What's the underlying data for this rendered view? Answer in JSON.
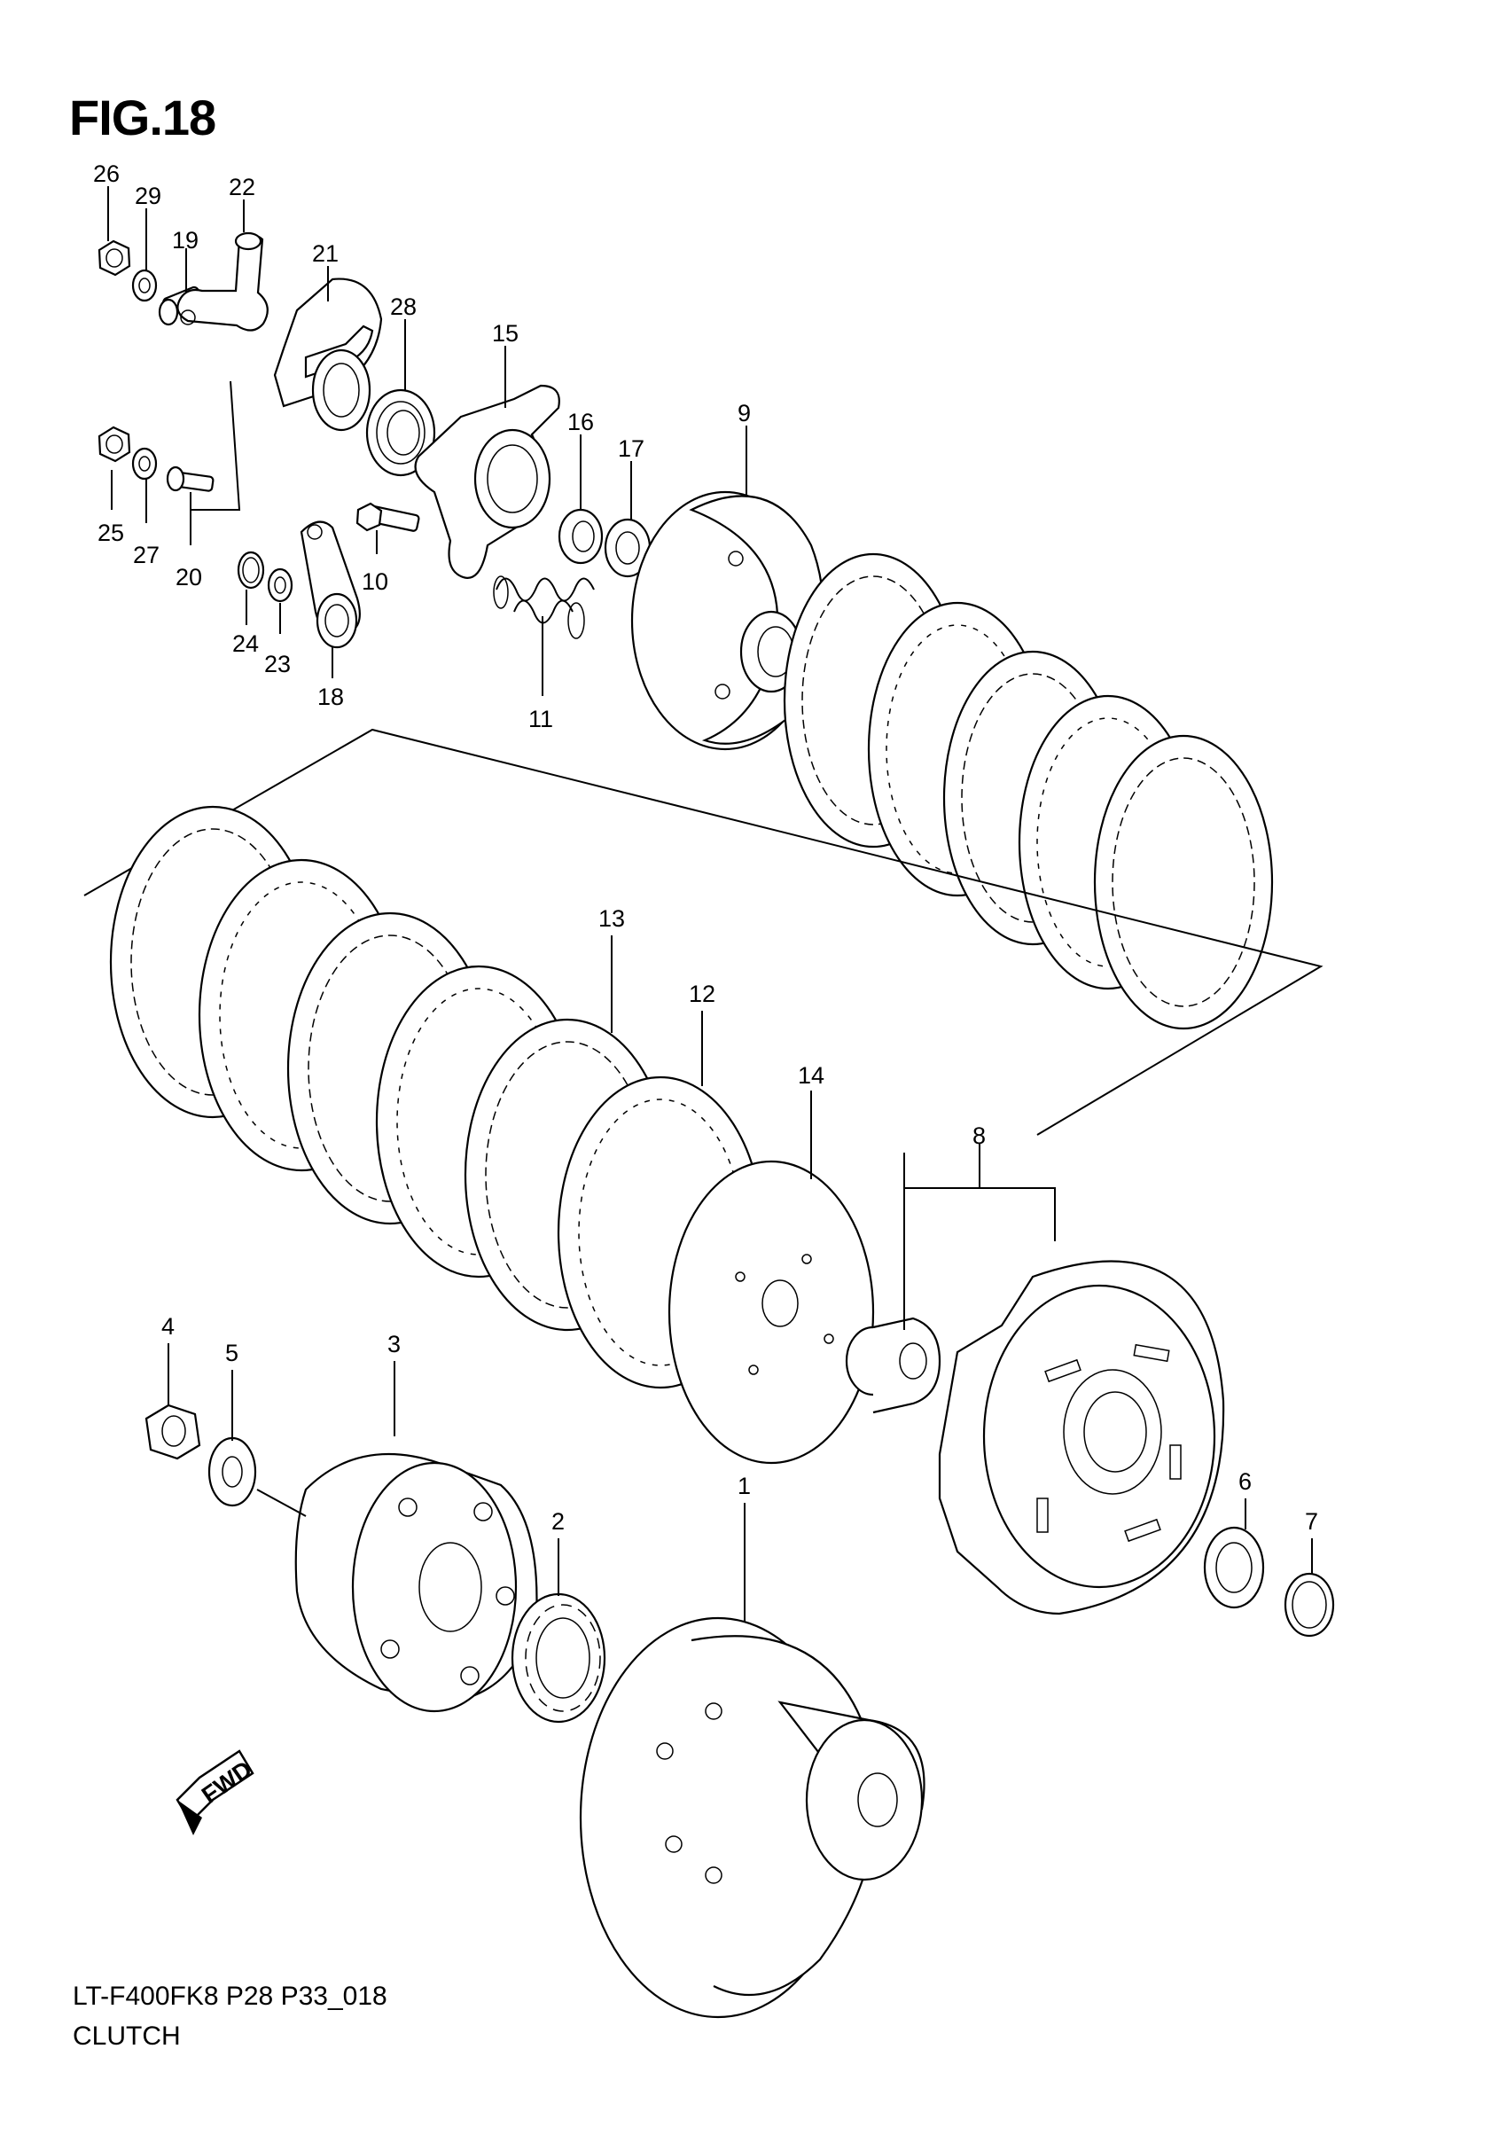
{
  "figure": {
    "title": "FIG.18",
    "model_code": "LT-F400FK8 P28 P33_018",
    "caption": "CLUTCH",
    "fwd_label": "FWD"
  },
  "callouts": [
    "26",
    "29",
    "19",
    "22",
    "21",
    "28",
    "15",
    "16",
    "17",
    "9",
    "25",
    "27",
    "20",
    "10",
    "24",
    "23",
    "18",
    "11",
    "13",
    "12",
    "14",
    "8",
    "4",
    "5",
    "3",
    "2",
    "1",
    "6",
    "7"
  ]
}
